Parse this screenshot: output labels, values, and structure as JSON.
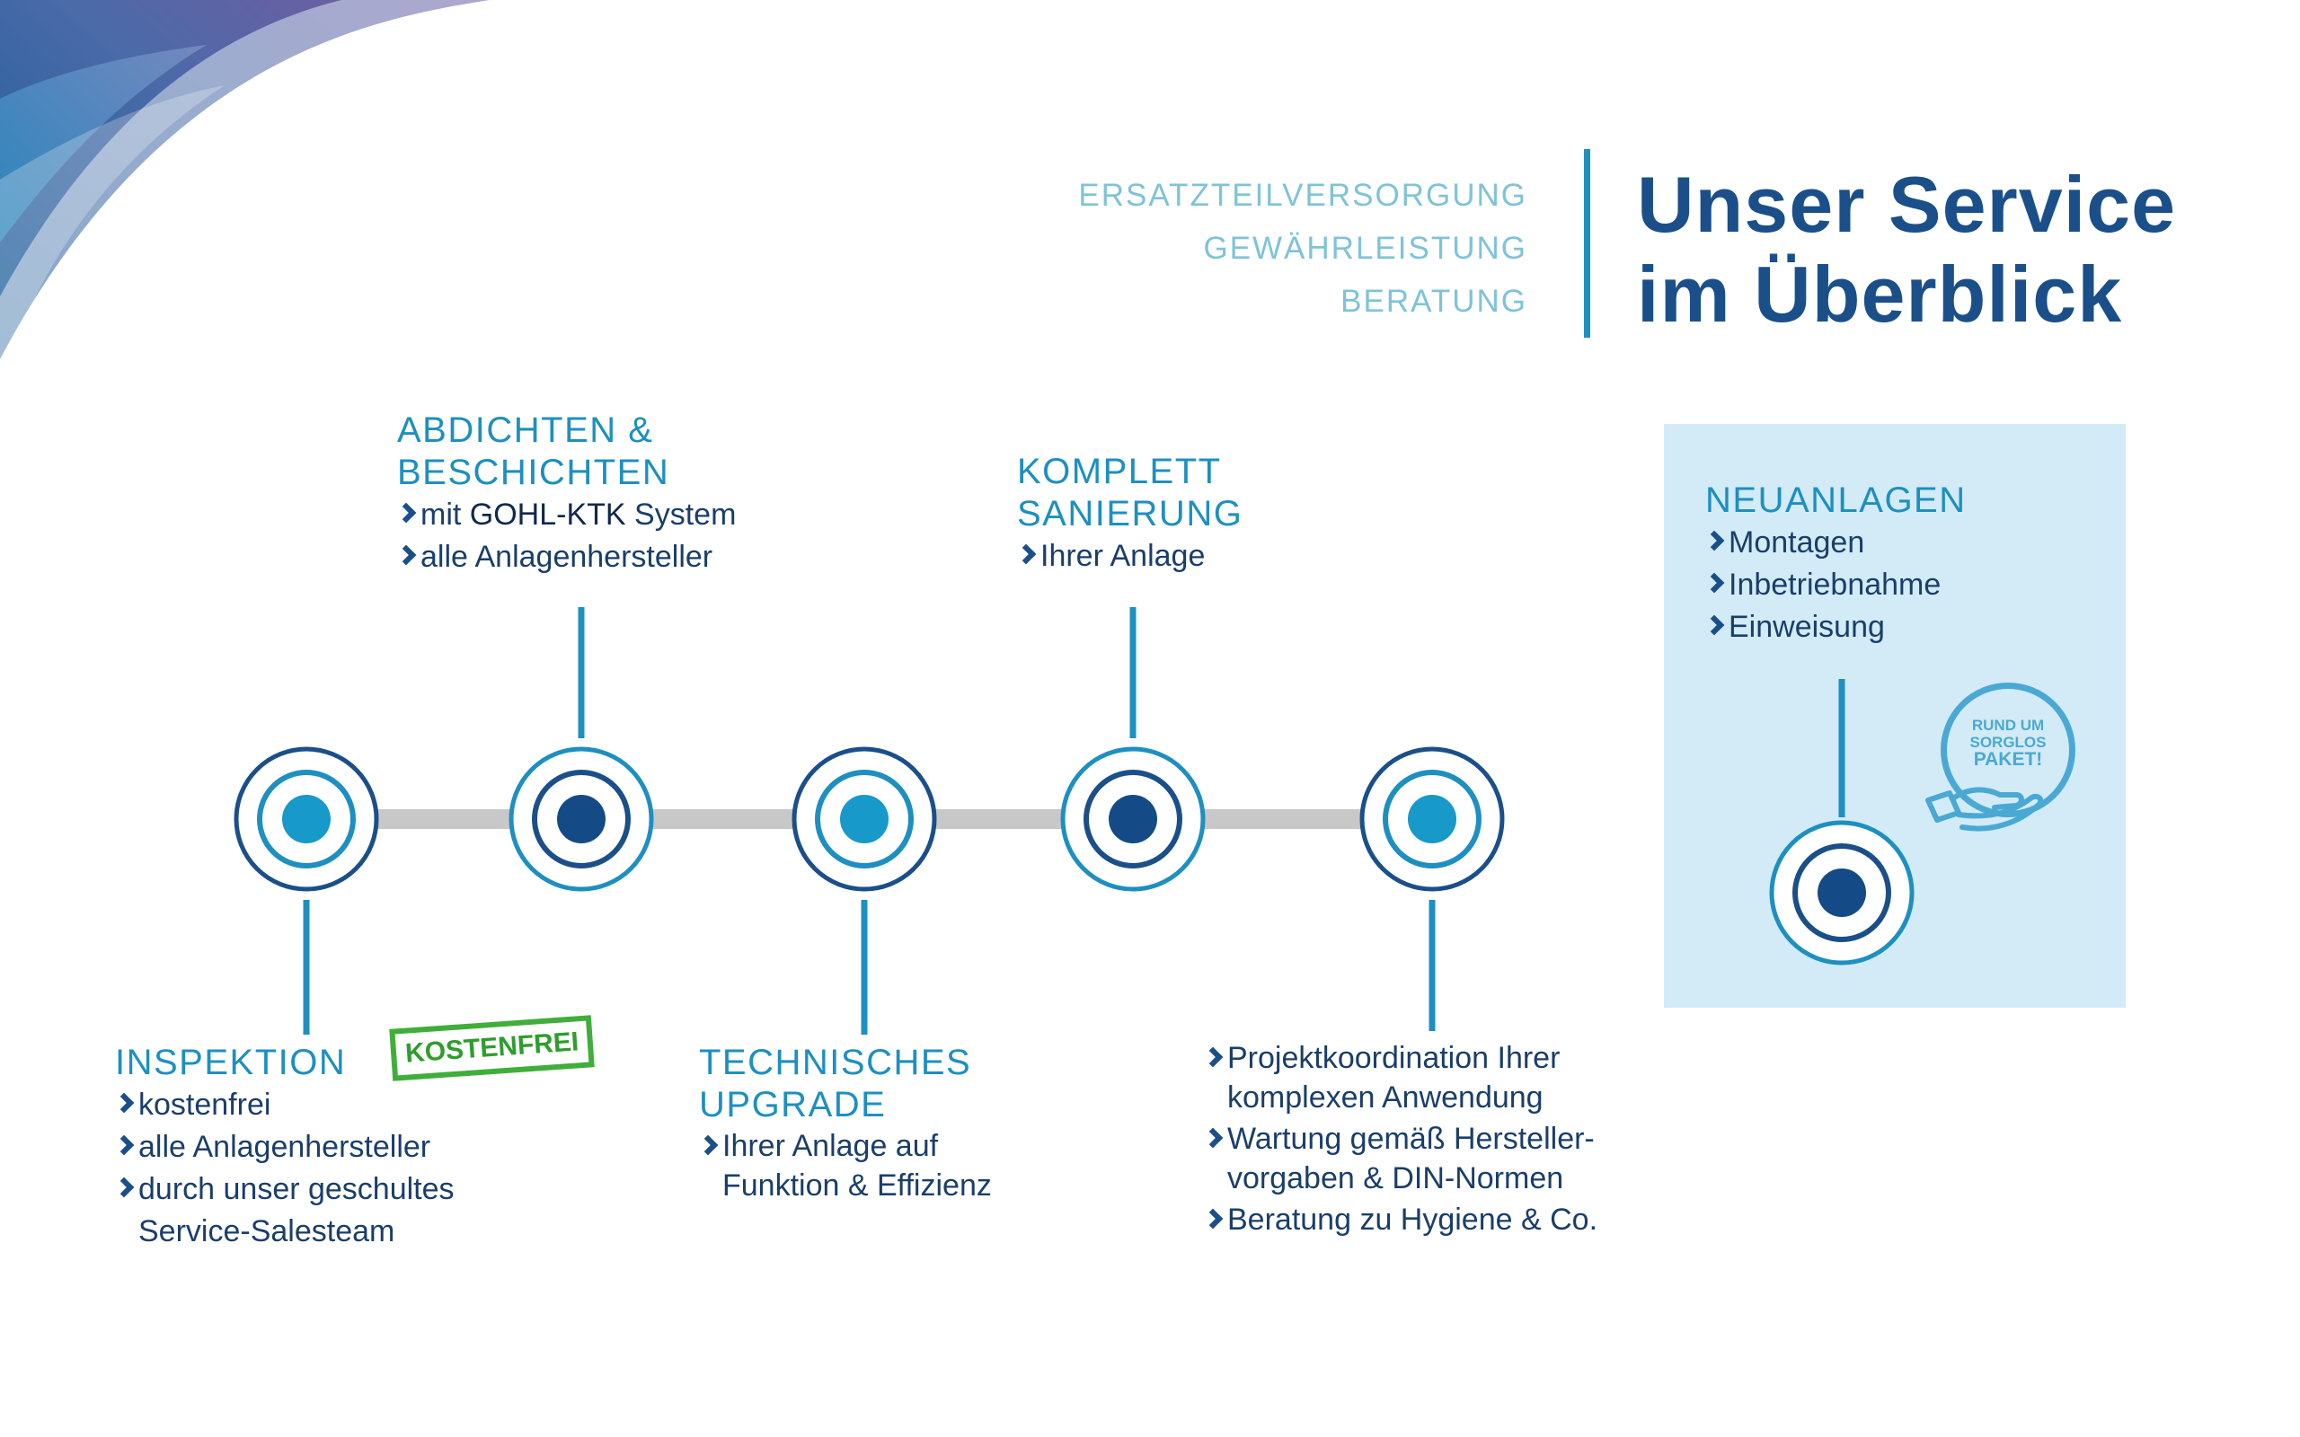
{
  "taglines": [
    "ERSATZTEILVERSORGUNG",
    "GEWÄHRLEISTUNG",
    "BERATUNG"
  ],
  "title": {
    "line1": "Unser Service",
    "line2": "im Überblick"
  },
  "stamp": "KOSTENFREI",
  "badge": {
    "line1": "RUND UM",
    "line2": "SORGLOS",
    "line3": "PAKET!"
  },
  "colors": {
    "accent": "#1d8fc1",
    "dark_blue": "#1a4f8a",
    "node_light": "#1799c9",
    "node_dark": "#144b86",
    "track_gray": "#c8c8c8",
    "panel_bg": "#d2ebf6",
    "stamp_green": "#3fae3a"
  },
  "stations": [
    {
      "id": "inspektion",
      "position": "below",
      "node_style": "light",
      "heading": [
        "INSPEKTION"
      ],
      "items": [
        {
          "text": "kostenfrei"
        },
        {
          "text": "alle Anlagenhersteller"
        },
        {
          "text": "durch unser geschultes",
          "cont": "Service-Salesteam"
        }
      ]
    },
    {
      "id": "abdichten",
      "position": "above",
      "node_style": "dark",
      "heading": [
        "ABDICHTEN &",
        "BESCHICHTEN"
      ],
      "items": [
        {
          "pre": "mit ",
          "em": "GOHL-KTK",
          "post": " System"
        },
        {
          "text": "alle Anlagenhersteller"
        }
      ]
    },
    {
      "id": "upgrade",
      "position": "below",
      "node_style": "light",
      "heading": [
        "TECHNISCHES",
        "UPGRADE"
      ],
      "items": [
        {
          "text": "Ihrer Anlage auf",
          "cont": "Funktion & Effizienz"
        }
      ]
    },
    {
      "id": "sanierung",
      "position": "above",
      "node_style": "dark",
      "heading": [
        "KOMPLETT",
        "SANIERUNG"
      ],
      "items": [
        {
          "text": "Ihrer Anlage"
        }
      ]
    },
    {
      "id": "wartung",
      "position": "below",
      "node_style": "light",
      "heading": [],
      "items": [
        {
          "text": "Projektkoordination Ihrer",
          "cont": "komplexen Anwendung"
        },
        {
          "text": "Wartung gemäß Hersteller-",
          "cont": "vorgaben & DIN-Normen"
        },
        {
          "text": "Beratung zu Hygiene & Co."
        }
      ]
    },
    {
      "id": "neuanlagen",
      "position": "above",
      "node_style": "dark",
      "heading": [
        "NEUANLAGEN"
      ],
      "items": [
        {
          "text": "Montagen"
        },
        {
          "text": "Inbetriebnahme"
        },
        {
          "text": "Einweisung"
        }
      ]
    }
  ]
}
